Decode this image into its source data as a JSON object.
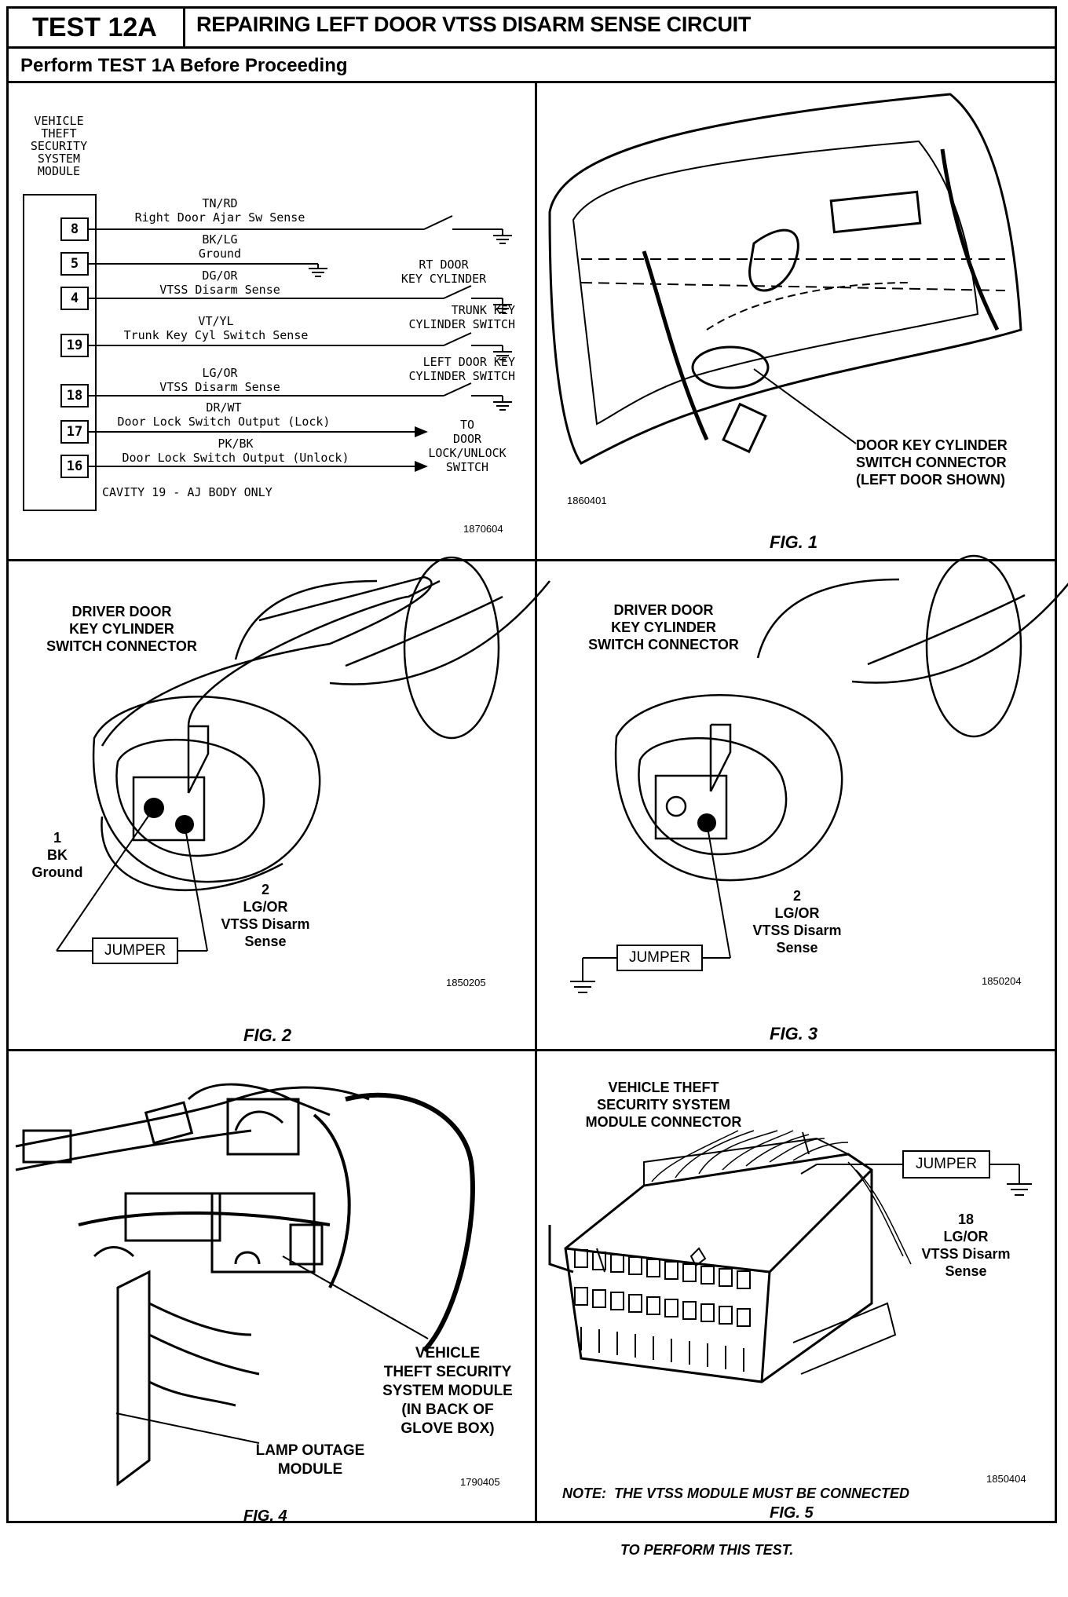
{
  "header": {
    "test_number": "TEST 12A",
    "title": "REPAIRING LEFT DOOR VTSS DISARM SENSE CIRCUIT",
    "prerequisite": "Perform TEST 1A Before Proceeding"
  },
  "schematic": {
    "module_label": [
      "VEHICLE",
      "THEFT",
      "SECURITY",
      "SYSTEM",
      "MODULE"
    ],
    "pins": [
      "8",
      "5",
      "4",
      "19",
      "18",
      "17",
      "16"
    ],
    "wires": [
      {
        "color": "TN/RD",
        "circuit": "Right Door Ajar Sw Sense"
      },
      {
        "color": "BK/LG",
        "circuit": "Ground"
      },
      {
        "color": "DG/OR",
        "circuit": "VTSS Disarm Sense"
      },
      {
        "color": "VT/YL",
        "circuit": "Trunk Key Cyl Switch Sense"
      },
      {
        "color": "LG/OR",
        "circuit": "VTSS Disarm Sense"
      },
      {
        "color": "DR/WT",
        "circuit": "Door Lock Switch Output (Lock)"
      },
      {
        "color": "PK/BK",
        "circuit": "Door Lock Switch Output (Unlock)"
      }
    ],
    "rt_door": [
      "RT DOOR",
      "KEY CYLINDER"
    ],
    "trunk_key": [
      "TRUNK KEY",
      "CYLINDER SWITCH"
    ],
    "left_door": [
      "LEFT DOOR KEY",
      "CYLINDER SWITCH"
    ],
    "to_switch": [
      "TO",
      "DOOR",
      "LOCK/UNLOCK",
      "SWITCH"
    ],
    "note": "CAVITY 19 - AJ BODY ONLY",
    "ref": "1870604"
  },
  "fig1": {
    "callout": [
      "DOOR KEY CYLINDER",
      "SWITCH CONNECTOR",
      "(LEFT DOOR SHOWN)"
    ],
    "ref": "1860401",
    "caption": "FIG. 1"
  },
  "fig2": {
    "title": [
      "DRIVER DOOR",
      "KEY CYLINDER",
      "SWITCH CONNECTOR"
    ],
    "pin1": [
      "1",
      "BK",
      "Ground"
    ],
    "pin2": [
      "2",
      "LG/OR",
      "VTSS Disarm",
      "Sense"
    ],
    "jumper": "JUMPER",
    "ref": "1850205",
    "caption": "FIG. 2"
  },
  "fig3": {
    "title": [
      "DRIVER DOOR",
      "KEY CYLINDER",
      "SWITCH CONNECTOR"
    ],
    "pin2": [
      "2",
      "LG/OR",
      "VTSS Disarm",
      "Sense"
    ],
    "jumper": "JUMPER",
    "ref": "1850204",
    "caption": "FIG. 3"
  },
  "fig4": {
    "module_callout": [
      "VEHICLE",
      "THEFT SECURITY",
      "SYSTEM MODULE",
      "(IN BACK OF",
      "GLOVE BOX)"
    ],
    "lamp_callout": [
      "LAMP OUTAGE",
      "MODULE"
    ],
    "ref": "1790405",
    "caption": "FIG. 4"
  },
  "fig5": {
    "title": [
      "VEHICLE THEFT",
      "SECURITY SYSTEM",
      "MODULE CONNECTOR"
    ],
    "jumper": "JUMPER",
    "pin": [
      "18",
      "LG/OR",
      "VTSS Disarm",
      "Sense"
    ],
    "note1": "NOTE:  THE VTSS MODULE MUST BE CONNECTED",
    "note2": "TO PERFORM THIS TEST.",
    "ref": "1850404",
    "caption": "FIG. 5"
  }
}
